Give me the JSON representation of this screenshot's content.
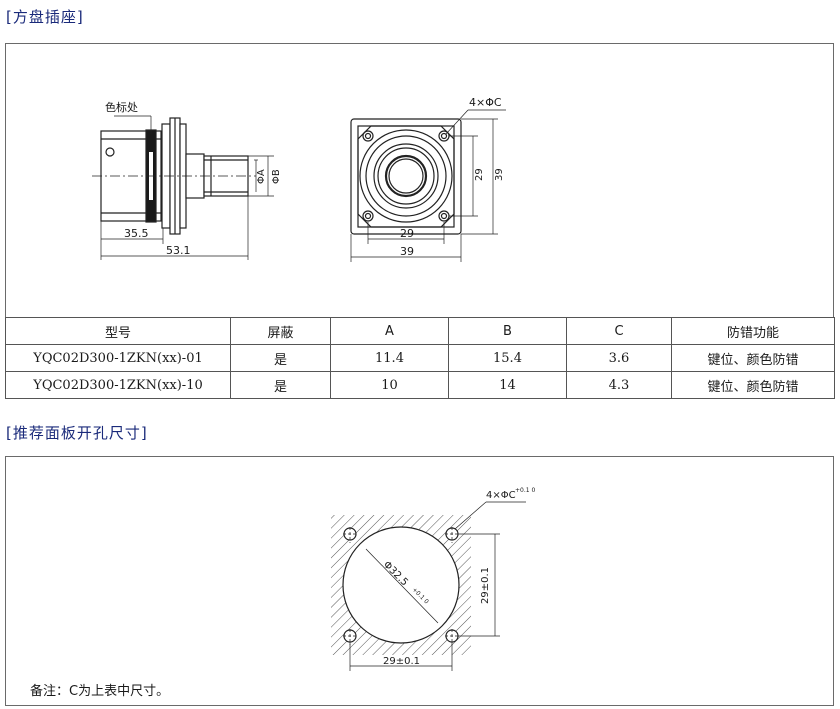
{
  "section1": {
    "title": "[方盘插座]"
  },
  "drawing1": {
    "color_mark_label": "色标处",
    "dim_35_5": "35.5",
    "dim_53_1": "53.1",
    "dim_phi_a": "ΦA",
    "dim_phi_b": "ΦB",
    "holes_label": "4×ΦC",
    "dim_29_v": "29",
    "dim_39_v": "39",
    "dim_29_h": "29",
    "dim_39_h": "39"
  },
  "table": {
    "headers": [
      "型号",
      "屏蔽",
      "A",
      "B",
      "C",
      "防错功能"
    ],
    "rows": [
      [
        "YQC02D300-1ZKN(xx)-01",
        "是",
        "11.4",
        "15.4",
        "3.6",
        "键位、颜色防错"
      ],
      [
        "YQC02D300-1ZKN(xx)-10",
        "是",
        "10",
        "14",
        "4.3",
        "键位、颜色防错"
      ]
    ]
  },
  "section2": {
    "title": "[推荐面板开孔尺寸]"
  },
  "drawing2": {
    "holes_label": "4×ΦC",
    "holes_tol": "+0.1 0",
    "diameter_label": "Φ32.5",
    "diameter_tol": "+0.1 0",
    "dim_v": "29±0.1",
    "dim_h": "29±0.1"
  },
  "note": "备注：C为上表中尺寸。"
}
